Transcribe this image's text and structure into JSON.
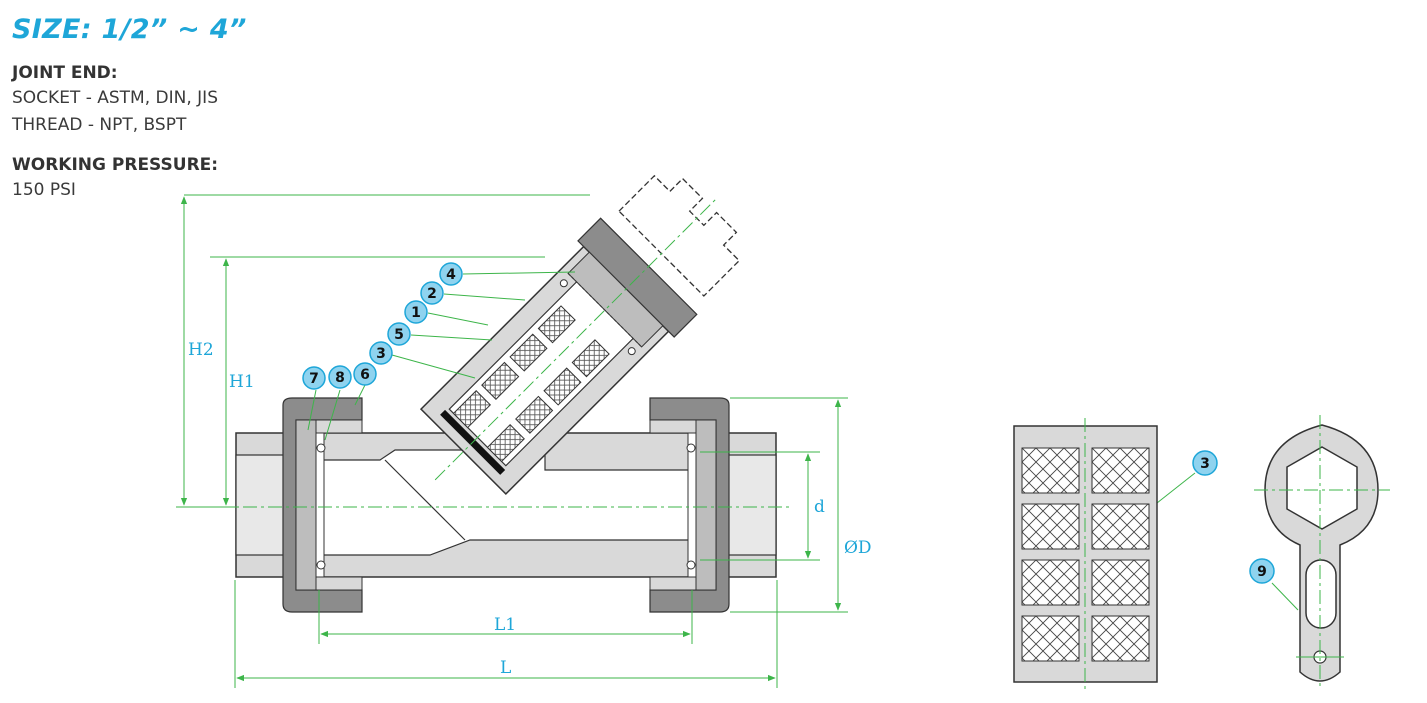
{
  "spec": {
    "title": "SIZE: 1/2” ~ 4”",
    "joint_end_label": "JOINT END:",
    "joint_end_values": [
      "SOCKET - ASTM, DIN, JIS",
      "THREAD - NPT, BSPT"
    ],
    "working_pressure_label": "WORKING PRESSURE:",
    "working_pressure_value": "150 PSI"
  },
  "dimensions": {
    "h2": "H2",
    "h1": "H1",
    "d": "d",
    "od": "ØD",
    "l1": "L1",
    "l": "L"
  },
  "callouts": [
    "4",
    "2",
    "1",
    "5",
    "3",
    "7",
    "8",
    "6",
    "3",
    "9"
  ],
  "colors": {
    "accent": "#1ea6d8",
    "dimension_line": "#3db54a",
    "callout_fill": "#8fd3ef",
    "body_fill": "#d9d9d9",
    "dark_part": "#8c8c8c",
    "outline": "#333333"
  }
}
